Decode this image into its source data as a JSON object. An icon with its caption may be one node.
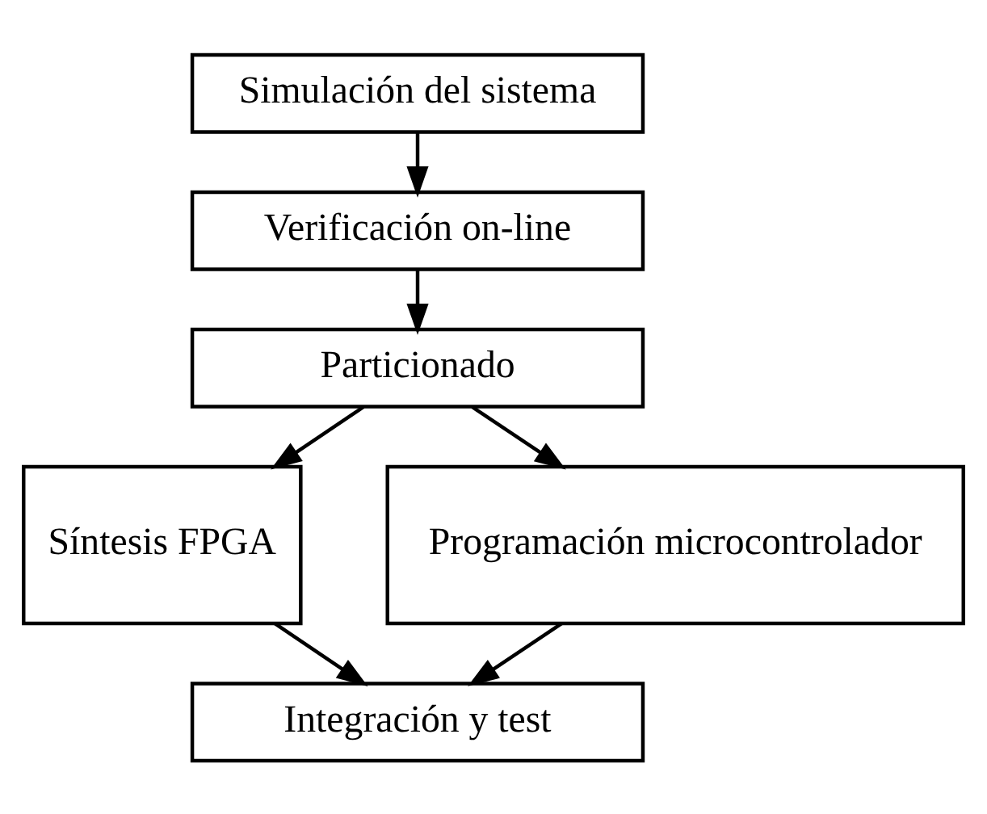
{
  "diagram": {
    "nodes": [
      {
        "text": [
          "Simulación del sistema"
        ]
      },
      {
        "text": [
          "Verificación on-line"
        ]
      },
      {
        "text": [
          "Particionado"
        ]
      },
      {
        "text": [
          "Síntesis FPGA"
        ]
      },
      {
        "text": [
          "Programación microcontrolador"
        ]
      },
      {
        "text": [
          "Integración y test"
        ]
      }
    ],
    "edges": [
      {
        "from": 0,
        "to": 1,
        "arrow": "to"
      },
      {
        "from": 1,
        "to": 2,
        "arrow": "to"
      },
      {
        "from": 2,
        "to": 3,
        "arrow": "to"
      },
      {
        "from": 2,
        "to": 4,
        "arrow": "to"
      },
      {
        "from": 3,
        "to": 5,
        "arrow": "to"
      },
      {
        "from": 4,
        "to": 5,
        "arrow": "to"
      }
    ]
  }
}
